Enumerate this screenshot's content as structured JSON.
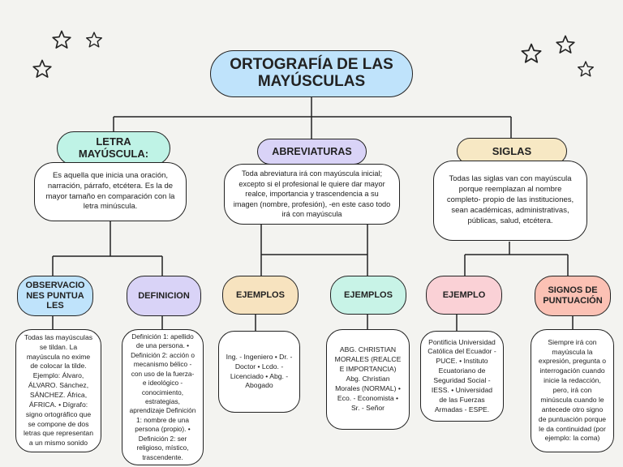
{
  "title": "ORTOGRAFÍA DE LAS MAYÚSCULAS",
  "colors": {
    "title": "#bfe3fb",
    "letra": "#bff3e6",
    "abrev": "#d9d3f7",
    "siglas": "#f7e8c4",
    "observaciones": "#bfe3fb",
    "definicion": "#d9d3f7",
    "ejemplos1": "#f7e3bf",
    "ejemplos2": "#c8f3e7",
    "ejemplo3": "#fad1d6",
    "signos": "#fbc1b4"
  },
  "sections": {
    "letra": {
      "label": "LETRA MAYÚSCULA:",
      "desc": "Es aquella que inicia una oración, narración, párrafo, etcétera. Es la de mayor tamaño en comparación con la letra minúscula."
    },
    "abrev": {
      "label": "ABREVIATURAS",
      "desc": "Toda abreviatura irá con mayúscula inicial; excepto si el profesional le quiere dar mayor realce, importancia y trascendencia a su imagen (nombre, profesión), -en este caso todo irá con mayúscula"
    },
    "siglas": {
      "label": "SIGLAS",
      "desc": "Todas las siglas van con mayúscula porque reemplazan al nombre completo- propio de las instituciones, sean académicas, administrativas, públicas, salud, etcétera."
    }
  },
  "leaves": {
    "observaciones": {
      "label": "OBSERVACIONES PUNTUALES",
      "text": "Todas las mayúsculas se tildan. La mayúscula no exime de colocar la tilde. Ejemplo: Álvaro, ÁLVARO. Sánchez, SÁNCHEZ. África, ÁFRICA. • Dígrafo: signo ortográfico que se compone de dos letras que representan a un mismo sonido"
    },
    "definicion": {
      "label": "DEFINICION",
      "text": "Definición 1: apellido de una persona. • Definición 2: acción o mecanismo bélico -con uso de la fuerza- e ideológico - conocimiento, estrategias, aprendizaje Definición 1: nombre de una persona (propio). • Definición 2: ser religioso, místico, trascendente."
    },
    "ejemplos1": {
      "label": "EJEMPLOS",
      "text": "Ing. - Ingeniero • Dr. - Doctor • Lcdo. - Licenciado • Abg. - Abogado"
    },
    "ejemplos2": {
      "label": "EJEMPLOS",
      "text": "ABG. CHRISTIAN MORALES (REALCE E IMPORTANCIA) Abg. Christian Morales (NORMAL) • Eco. - Economista • Sr. - Señor"
    },
    "ejemplo3": {
      "label": "EJEMPLO",
      "text": "Pontificia Universidad Católica del Ecuador - PUCE. • Instituto Ecuatoriano de Seguridad Social - IESS. • Universidad de las Fuerzas Armadas - ESPE."
    },
    "signos": {
      "label": "SIGNOS DE PUNTUACIÓN",
      "text": "Siempre irá con mayúscula la expresión, pregunta o interrogación cuando inicie la redacción, pero, irá con minúscula cuando le antecede otro signo de puntuación porque le da continuidad (por ejemplo: la coma)"
    }
  }
}
